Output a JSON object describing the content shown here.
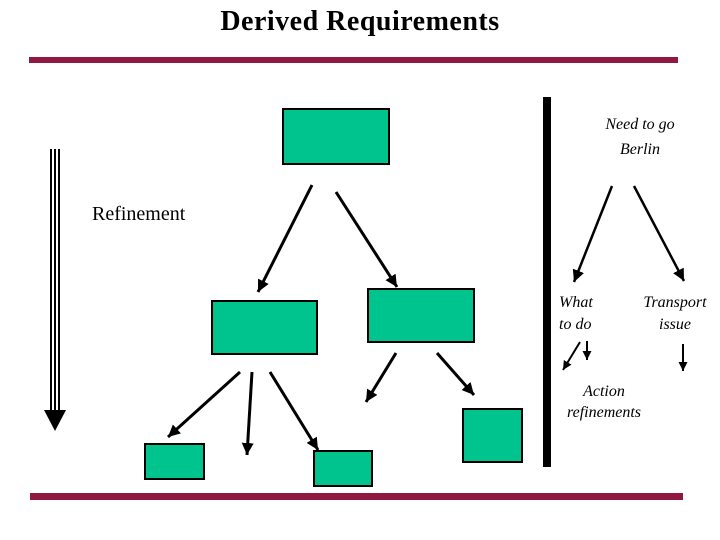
{
  "slide": {
    "title": "Derived Requirements",
    "colors": {
      "rule_maroon": "#901942",
      "box_green": "#00C48E",
      "box_border": "#000000",
      "text_black": "#000000"
    }
  },
  "labels": {
    "refinement": "Refinement",
    "need_to_go_berlin": "Need to go\nBerlin",
    "what_to_do": "What\nto do",
    "transport_issue": "Transport\nissue",
    "action_refinements": "Action\nrefinements"
  }
}
